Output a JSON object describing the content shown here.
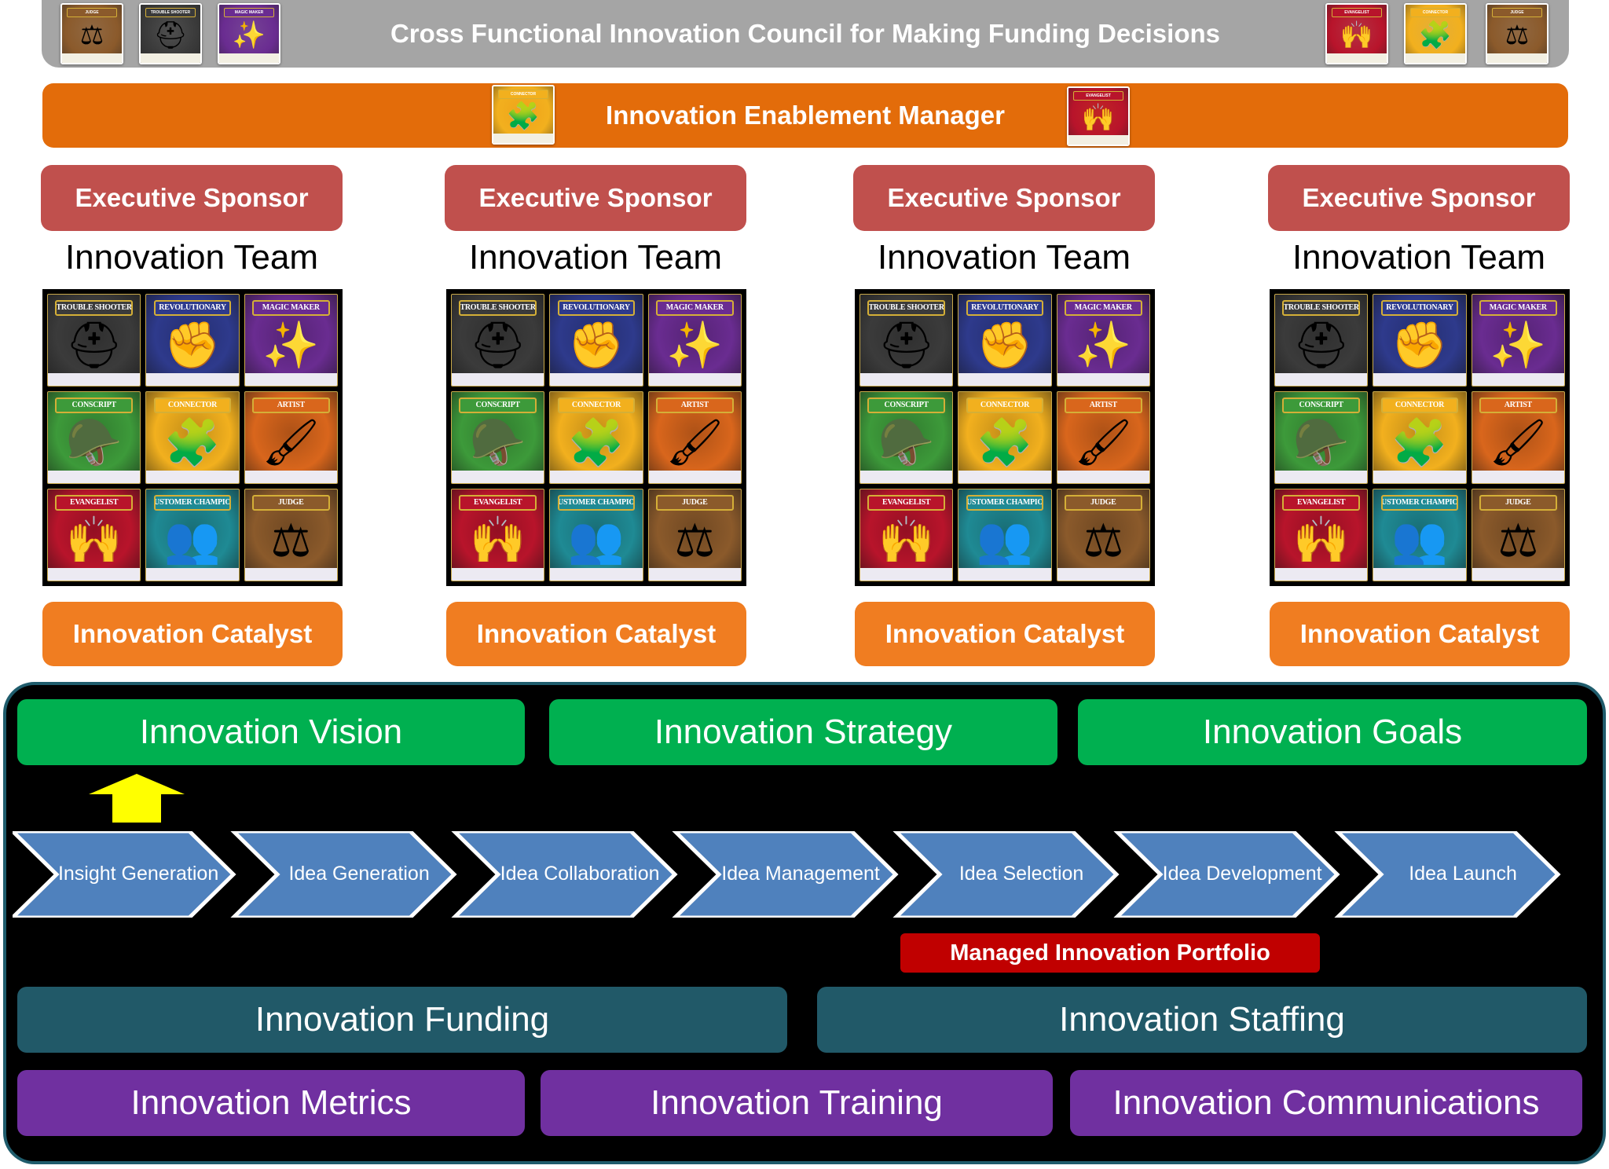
{
  "council": {
    "title": "Cross Functional Innovation Council for Making Funding Decisions",
    "left_cards": [
      {
        "label": "Judge",
        "icon": "gavel-icon",
        "color": "#8b5a2b"
      },
      {
        "label": "Trouble Shooter",
        "icon": "troubleshooter-icon",
        "color": "#3a3a3a"
      },
      {
        "label": "Magic Maker",
        "icon": "magic-hat-icon",
        "color": "#6a2c91"
      }
    ],
    "right_cards": [
      {
        "label": "Evangelist",
        "icon": "evangelist-icon",
        "color": "#b8142b"
      },
      {
        "label": "Connector",
        "icon": "puzzle-icon",
        "color": "#f2b01e"
      },
      {
        "label": "Judge",
        "icon": "gavel-icon",
        "color": "#8b5a2b"
      }
    ]
  },
  "manager": {
    "title": "Innovation Enablement  Manager",
    "left_card": {
      "label": "Connector",
      "icon": "puzzle-icon",
      "color": "#f2b01e"
    },
    "right_card": {
      "label": "Evangelist",
      "icon": "evangelist-icon",
      "color": "#b8142b"
    }
  },
  "teams": [
    {
      "sponsor": "Executive Sponsor",
      "team_label": "Innovation Team",
      "catalyst": "Innovation Catalyst"
    },
    {
      "sponsor": "Executive Sponsor",
      "team_label": "Innovation Team",
      "catalyst": "Innovation Catalyst"
    },
    {
      "sponsor": "Executive Sponsor",
      "team_label": "Innovation Team",
      "catalyst": "Innovation Catalyst"
    },
    {
      "sponsor": "Executive Sponsor",
      "team_label": "Innovation Team",
      "catalyst": "Innovation Catalyst"
    }
  ],
  "role_cards": [
    {
      "label": "Trouble Shooter",
      "icon": "troubleshooter-icon",
      "glyph": "⛑",
      "color": "#3b3b3b"
    },
    {
      "label": "Revolutionary",
      "icon": "raised-fist-icon",
      "glyph": "✊",
      "color": "#2e3a8c"
    },
    {
      "label": "Magic Maker",
      "icon": "magic-hat-icon",
      "glyph": "✨",
      "color": "#6a2c91"
    },
    {
      "label": "Conscript",
      "icon": "helmet-icon",
      "glyph": "🪖",
      "color": "#3d9a3a"
    },
    {
      "label": "Connector",
      "icon": "puzzle-icon",
      "glyph": "🧩",
      "color": "#f2b01e"
    },
    {
      "label": "Artist",
      "icon": "paintbrush-icon",
      "glyph": "🖌",
      "color": "#d9661c"
    },
    {
      "label": "Evangelist",
      "icon": "evangelist-icon",
      "glyph": "🙌",
      "color": "#b8142b"
    },
    {
      "label": "Customer Champion",
      "icon": "people-icon",
      "glyph": "👥",
      "color": "#1f8a94"
    },
    {
      "label": "Judge",
      "icon": "gavel-icon",
      "glyph": "⚖",
      "color": "#8b5a2b"
    }
  ],
  "framework": {
    "top_row": [
      "Innovation Vision",
      "Innovation Strategy",
      "Innovation Goals"
    ],
    "process_steps": [
      "Insight Generation",
      "Idea Generation",
      "Idea Collaboration",
      "Idea Management",
      "Idea Selection",
      "Idea Development",
      "Idea Launch"
    ],
    "portfolio": "Managed Innovation Portfolio",
    "middle_row": [
      "Innovation Funding",
      "Innovation Staffing"
    ],
    "bottom_row": [
      "Innovation Metrics",
      "Innovation Training",
      "Innovation Communications"
    ]
  },
  "colors": {
    "council": "#a5a5a5",
    "manager": "#e36c0a",
    "sponsor": "#c0504d",
    "catalyst": "#f07d21",
    "green": "#00b050",
    "chevron": "#4f81bd",
    "arrow": "#ffff00",
    "portfolio": "#c00000",
    "teal": "#215968",
    "purple": "#7030a0"
  }
}
